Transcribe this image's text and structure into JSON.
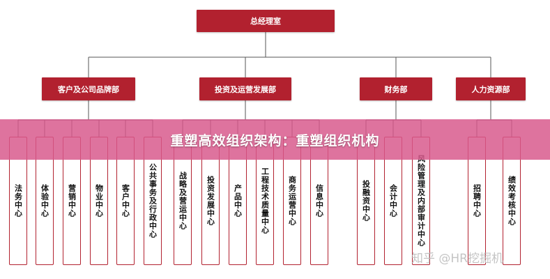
{
  "root": {
    "label": "总经理室"
  },
  "departments": [
    {
      "label": "客户及公司品牌部"
    },
    {
      "label": "投资及运营发展部"
    },
    {
      "label": "财务部"
    },
    {
      "label": "人力资源部"
    }
  ],
  "leaves": [
    {
      "label": "法务中心",
      "dept": 0
    },
    {
      "label": "体验中心",
      "dept": 0
    },
    {
      "label": "营销中心",
      "dept": 0
    },
    {
      "label": "物业中心",
      "dept": 0
    },
    {
      "label": "客户中心",
      "dept": 0
    },
    {
      "label": "公共事务及行政中心",
      "dept": 0
    },
    {
      "label": "战略及营运中心",
      "dept": 1
    },
    {
      "label": "投资发展中心",
      "dept": 1
    },
    {
      "label": "产品中心",
      "dept": 1
    },
    {
      "label": "工程技术质量中心",
      "dept": 1
    },
    {
      "label": "商务运营中心",
      "dept": 1
    },
    {
      "label": "信息中心",
      "dept": 1
    },
    {
      "label": "投融资中心",
      "dept": 2
    },
    {
      "label": "会计中心",
      "dept": 2
    },
    {
      "label": "风险管理及内部审计中心",
      "dept": 2
    },
    {
      "label": "招聘中心",
      "dept": 3
    },
    {
      "label": "绩效考核中心",
      "dept": 3
    }
  ],
  "banner": {
    "title": "重塑高效组织架构：重塑组织机构"
  },
  "watermark": {
    "text": "知乎 @HR挖掘机"
  },
  "colors": {
    "accent": "#b2212f",
    "banner": "#d8588c"
  }
}
